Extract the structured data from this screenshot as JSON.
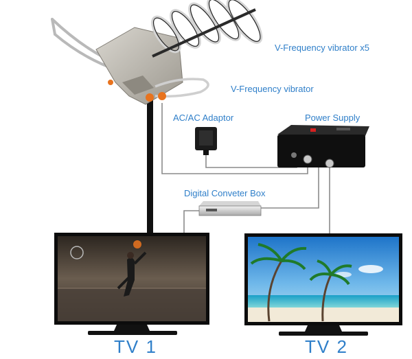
{
  "labels": {
    "vibrator_x5": "V-Frequency vibrator x5",
    "vibrator": "V-Frequency vibrator",
    "adaptor": "AC/AC Adaptor",
    "power_supply": "Power Supply",
    "converter_box": "Digital Conveter Box",
    "tv1": "TV  1",
    "tv2": "TV  2"
  },
  "colors": {
    "label_blue": "#2f7fc9",
    "cable_gray": "#8a8a8a",
    "pole_black": "#111111",
    "accent_orange": "#e8731e"
  }
}
